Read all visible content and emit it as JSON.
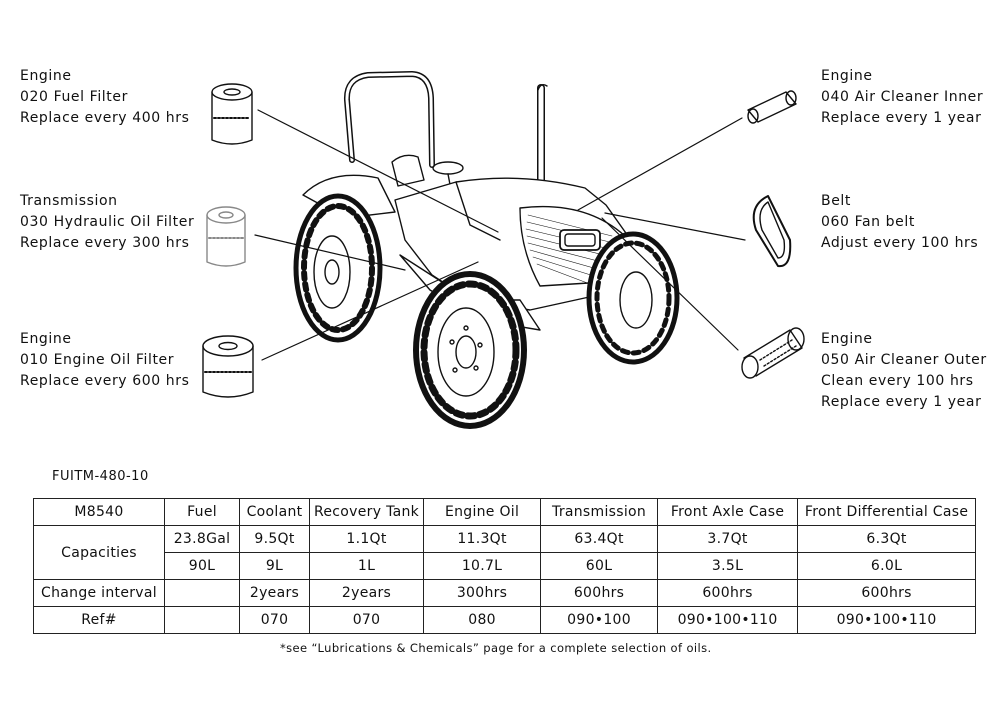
{
  "callouts": [
    {
      "key": "fuel-filter",
      "lines": [
        "Engine",
        "020 Fuel Filter",
        "Replace every 400 hrs"
      ]
    },
    {
      "key": "hydraulic-oil-filter",
      "lines": [
        "Transmission",
        "030 Hydraulic Oil Filter",
        "Replace every 300 hrs"
      ]
    },
    {
      "key": "engine-oil-filter",
      "lines": [
        "Engine",
        "010 Engine Oil Filter",
        "Replace every 600 hrs"
      ]
    },
    {
      "key": "air-cleaner-inner",
      "lines": [
        "Engine",
        "040 Air Cleaner Inner",
        "Replace every 1 year"
      ]
    },
    {
      "key": "fan-belt",
      "lines": [
        "Belt",
        "060 Fan belt",
        "Adjust every 100 hrs"
      ]
    },
    {
      "key": "air-cleaner-outer",
      "lines": [
        "Engine",
        "050 Air Cleaner Outer",
        "Clean every 100 hrs",
        "Replace every 1 year"
      ]
    }
  ],
  "doc_id": "FUITM-480-10",
  "table": {
    "model": "M8540",
    "columns": [
      "Fuel",
      "Coolant",
      "Recovery Tank",
      "Engine Oil",
      "Transmission",
      "Front Axle Case",
      "Front Differential Case"
    ],
    "capacities_label": "Capacities",
    "capacities_us": [
      "23.8Gal",
      "9.5Qt",
      "1.1Qt",
      "11.3Qt",
      "63.4Qt",
      "3.7Qt",
      "6.3Qt"
    ],
    "capacities_metric": [
      "90L",
      "9L",
      "1L",
      "10.7L",
      "60L",
      "3.5L",
      "6.0L"
    ],
    "change_label": "Change interval",
    "change": [
      "",
      "2years",
      "2years",
      "300hrs",
      "600hrs",
      "600hrs",
      "600hrs"
    ],
    "ref_label": "Ref#",
    "ref": [
      "",
      "070",
      "070",
      "080",
      "090•100",
      "090•100•110",
      "090•100•110"
    ]
  },
  "footnote": "*see “Lubrications & Chemicals” page for a complete selection of oils."
}
